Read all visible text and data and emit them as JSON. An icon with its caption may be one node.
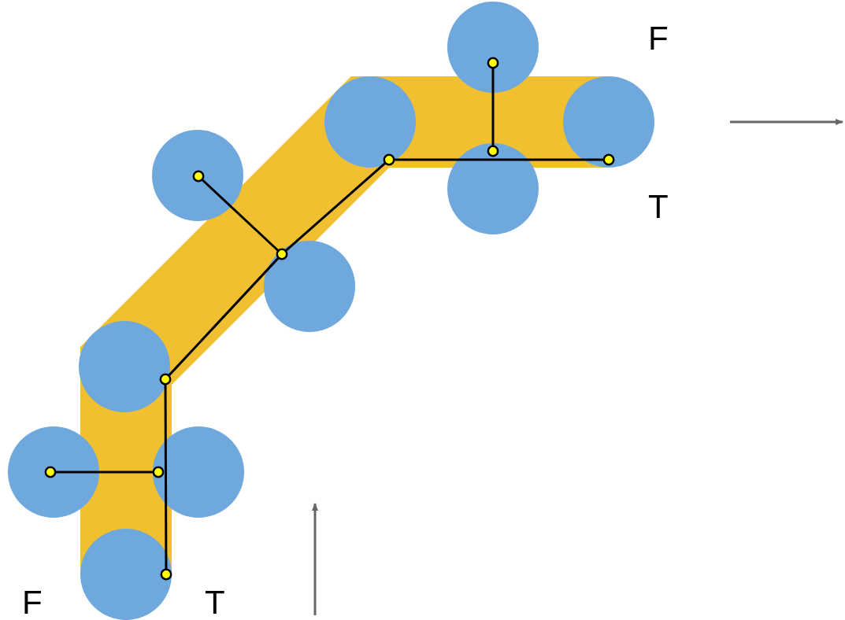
{
  "diagram": {
    "nodes": [
      {
        "text": [],
        "shape": "circle"
      },
      {
        "text": [],
        "shape": "circle"
      },
      {
        "text": [],
        "shape": "circle"
      },
      {
        "text": [],
        "shape": "circle"
      },
      {
        "text": [],
        "shape": "circle"
      },
      {
        "text": [],
        "shape": "circle"
      },
      {
        "text": [],
        "shape": "circle"
      },
      {
        "text": [],
        "shape": "circle"
      },
      {
        "text": [],
        "shape": "circle"
      },
      {
        "text": [],
        "shape": "circle"
      }
    ],
    "edges": [
      {
        "from": 2,
        "to": 3,
        "arrow": "none"
      },
      {
        "from": 3,
        "to": 5,
        "arrow": "none"
      },
      {
        "from": 5,
        "to": 6,
        "arrow": "none"
      },
      {
        "from": 6,
        "to": 9,
        "arrow": "none"
      },
      {
        "from": 0,
        "to": 1,
        "arrow": "none"
      },
      {
        "from": 4,
        "to": 5,
        "arrow": "none"
      },
      {
        "from": 8,
        "to": 7,
        "arrow": "none"
      }
    ],
    "labels": [
      "F",
      "T",
      "F",
      "T"
    ]
  }
}
